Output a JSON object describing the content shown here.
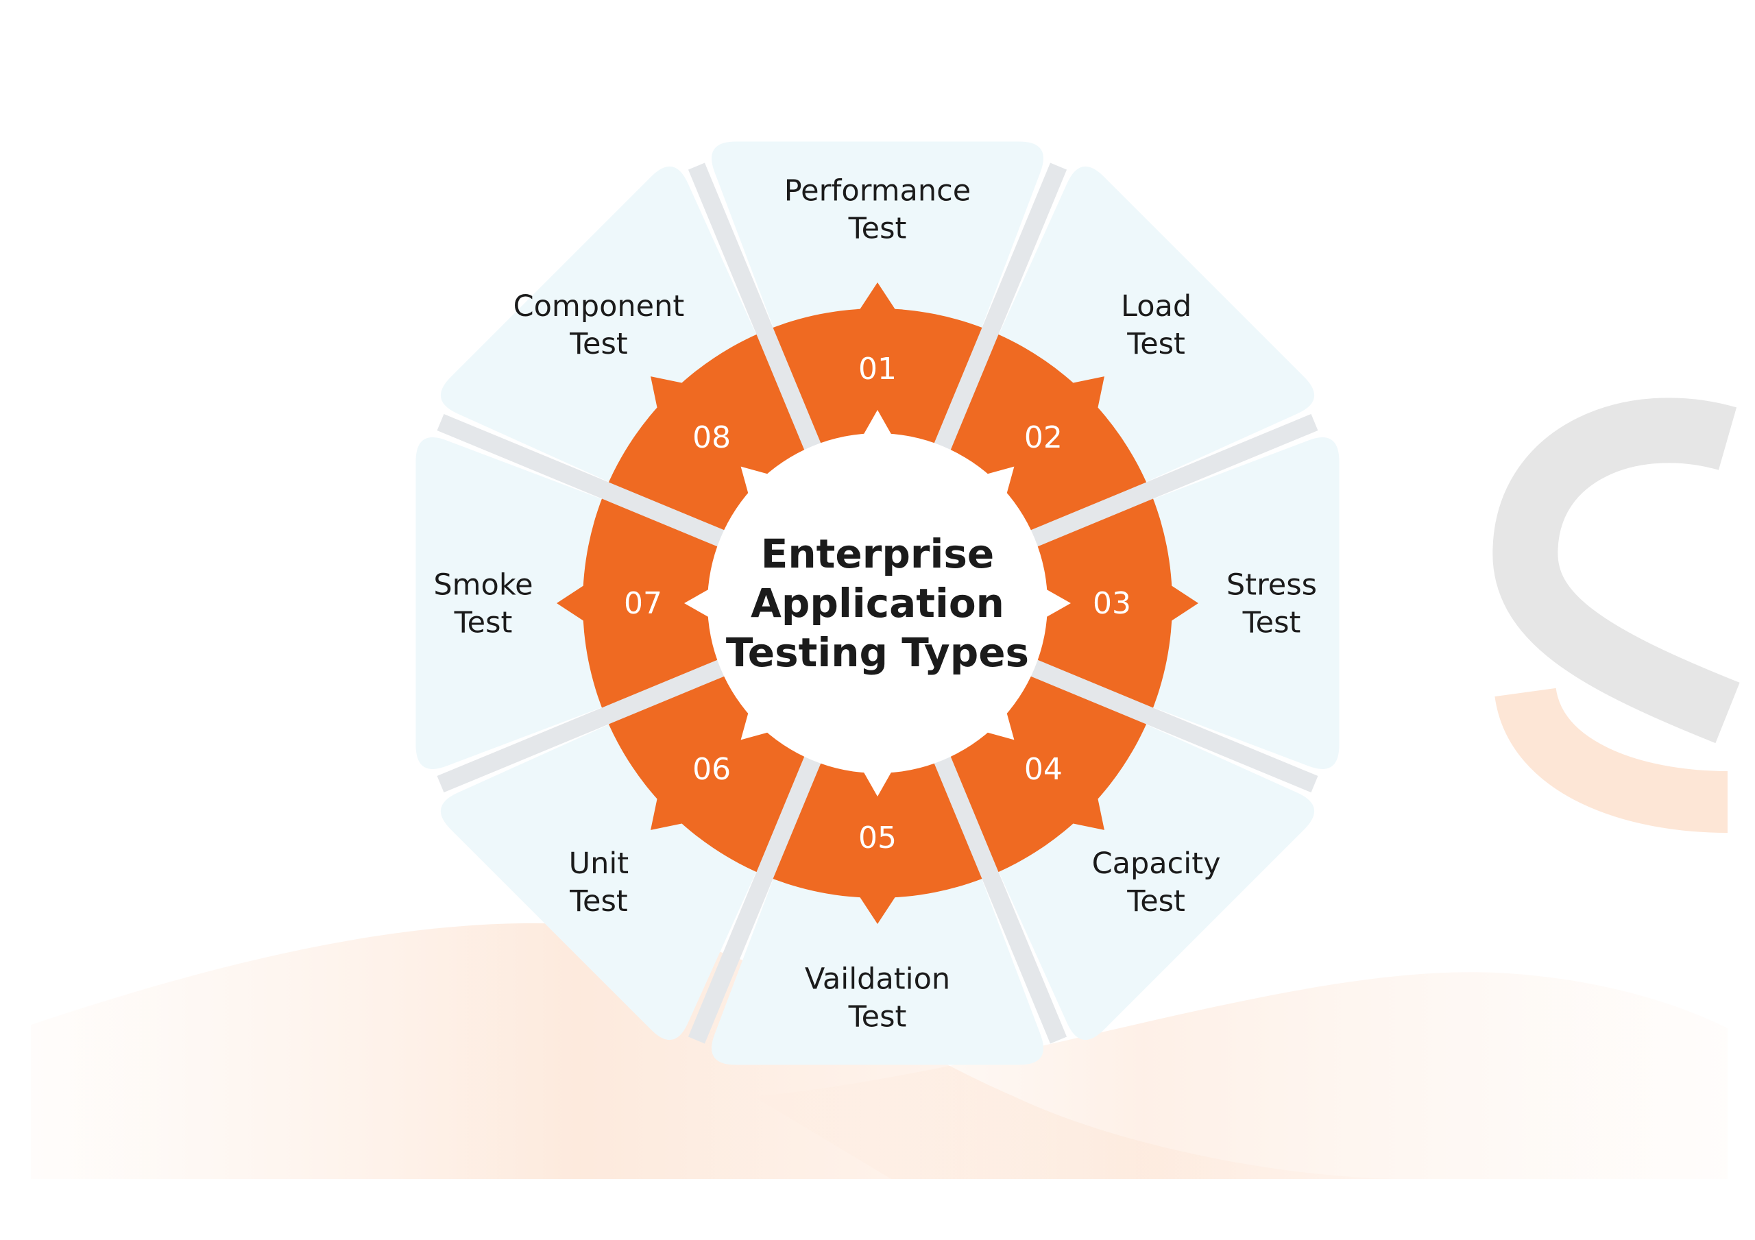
{
  "title_lines": [
    "Enterprise",
    "Application",
    "Testing Types"
  ],
  "segments": [
    {
      "number": "01",
      "label_lines": [
        "Performance",
        "Test"
      ]
    },
    {
      "number": "02",
      "label_lines": [
        "Load",
        "Test"
      ]
    },
    {
      "number": "03",
      "label_lines": [
        "Stress",
        "Test"
      ]
    },
    {
      "number": "04",
      "label_lines": [
        "Capacity",
        "Test"
      ]
    },
    {
      "number": "05",
      "label_lines": [
        "Vaildation",
        "Test"
      ]
    },
    {
      "number": "06",
      "label_lines": [
        "Unit",
        "Test"
      ]
    },
    {
      "number": "07",
      "label_lines": [
        "Smoke",
        "Test"
      ]
    },
    {
      "number": "08",
      "label_lines": [
        "Component",
        "Test"
      ]
    }
  ],
  "colors": {
    "ring": "#ef6a22",
    "panel": "#eef8fb",
    "divider": "#e4e7ea",
    "center": "#ffffff",
    "text": "#1b1b1b",
    "watermark": "#e6e6e6",
    "accent_light": "#fde6d6"
  },
  "icons": {
    "watermark": "brand-logo-watermark"
  }
}
